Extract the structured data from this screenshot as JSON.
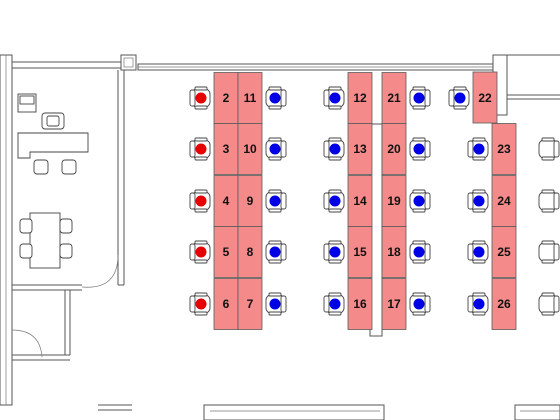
{
  "desk_color": "#f48a8a",
  "colors": {
    "occupied": "#e60000",
    "available": "#0000e6"
  },
  "desks": [
    {
      "number": "2",
      "status": "occupied"
    },
    {
      "number": "3",
      "status": "occupied"
    },
    {
      "number": "4",
      "status": "occupied"
    },
    {
      "number": "5",
      "status": "occupied"
    },
    {
      "number": "6",
      "status": "occupied"
    },
    {
      "number": "7",
      "status": "available"
    },
    {
      "number": "8",
      "status": "available"
    },
    {
      "number": "9",
      "status": "available"
    },
    {
      "number": "10",
      "status": "available"
    },
    {
      "number": "11",
      "status": "available"
    },
    {
      "number": "12",
      "status": "available"
    },
    {
      "number": "13",
      "status": "available"
    },
    {
      "number": "14",
      "status": "available"
    },
    {
      "number": "15",
      "status": "available"
    },
    {
      "number": "16",
      "status": "available"
    },
    {
      "number": "17",
      "status": "available"
    },
    {
      "number": "18",
      "status": "available"
    },
    {
      "number": "19",
      "status": "available"
    },
    {
      "number": "20",
      "status": "available"
    },
    {
      "number": "21",
      "status": "available"
    },
    {
      "number": "22",
      "status": "available"
    },
    {
      "number": "23",
      "status": "available"
    },
    {
      "number": "24",
      "status": "available"
    },
    {
      "number": "25",
      "status": "available"
    },
    {
      "number": "26",
      "status": "available"
    }
  ]
}
